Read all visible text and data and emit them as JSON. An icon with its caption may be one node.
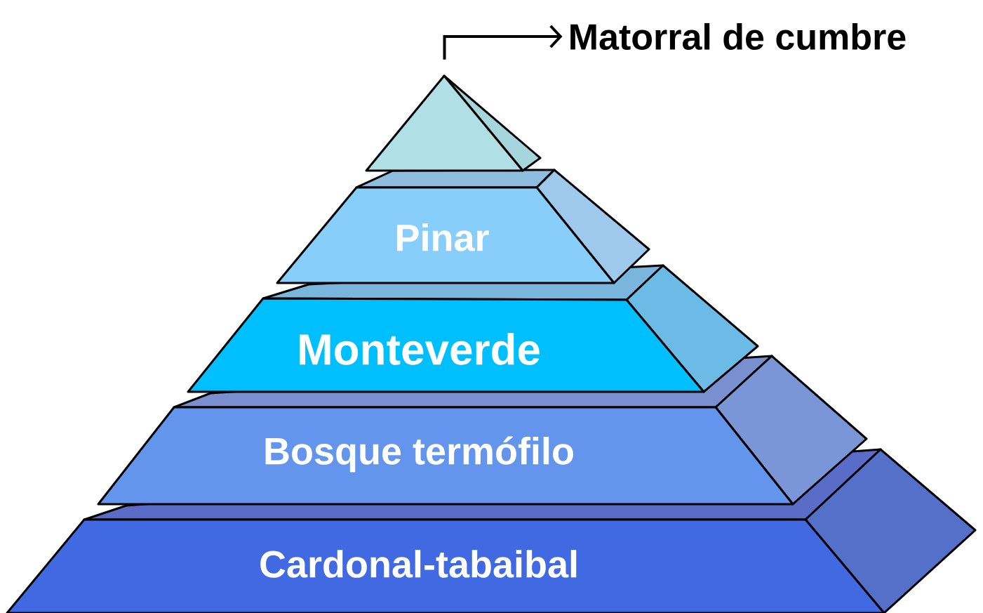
{
  "diagram": {
    "nodes": [
      {
        "text": [
          "Matorral de cumbre"
        ]
      },
      {
        "text": [],
        "shape": "triangle"
      },
      {
        "text": [
          "Pinar"
        ]
      },
      {
        "text": [
          "Monteverde"
        ]
      },
      {
        "text": [
          "Bosque termófilo"
        ]
      },
      {
        "text": [
          "Cardonal-tabaibal"
        ]
      }
    ],
    "edges": [
      {
        "from": 1,
        "to": 0,
        "arrow": "to"
      }
    ]
  }
}
